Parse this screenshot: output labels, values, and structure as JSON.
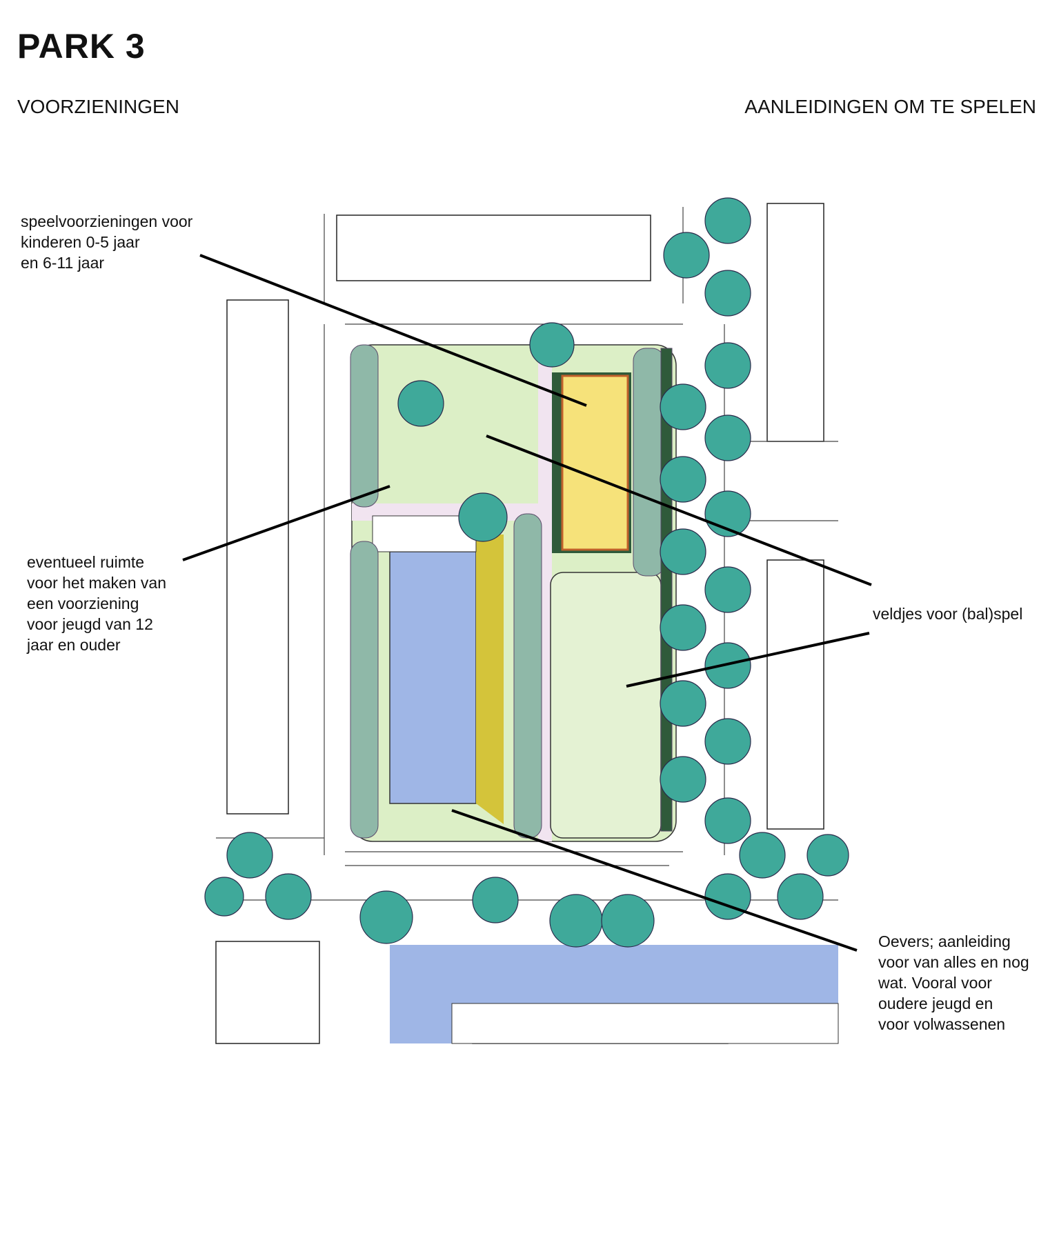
{
  "header": {
    "title": "PARK 3",
    "left_subtitle": "VOORZIENINGEN",
    "right_subtitle": "AANLEIDINGEN OM TE SPELEN"
  },
  "annotations": {
    "play_children": [
      "speelvoorzieningen voor",
      "kinderen 0-5 jaar",
      "en 6-11 jaar"
    ],
    "youth_space": [
      "eventueel ruimte",
      "voor het maken van",
      "een voorziening",
      "voor jeugd van 12",
      "jaar en ouder"
    ],
    "ball_fields": [
      "veldjes voor (bal)spel"
    ],
    "banks": [
      "Oevers; aanleiding",
      "voor van alles en nog",
      "wat. Vooral voor",
      "oudere jeugd en",
      "voor volwassenen"
    ]
  },
  "colors": {
    "grass": "#dcefc6",
    "water": "#9fb6e6",
    "playground": "#f6e27a",
    "tree": "#3fa99a",
    "hedge": "#8fb8a8",
    "line": "#000000"
  }
}
